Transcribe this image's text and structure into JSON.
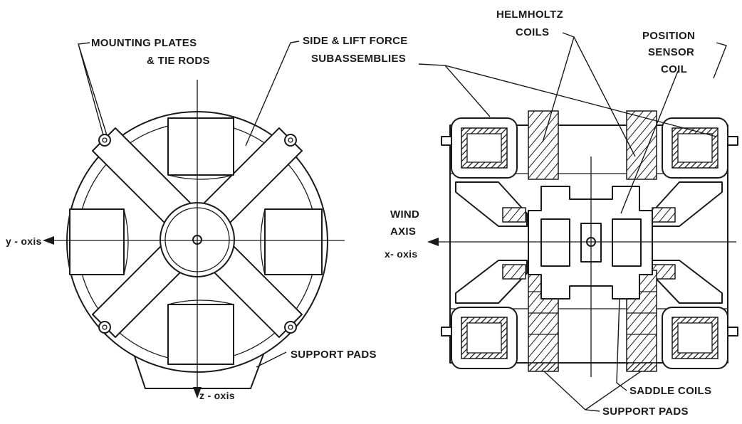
{
  "front_view": {
    "labels": {
      "mounting_plates_line1": "MOUNTING PLATES",
      "mounting_plates_line2": "& TIE RODS",
      "side_lift_line1": "SIDE & LIFT FORCE",
      "side_lift_line2": "SUBASSEMBLIES",
      "y_axis": "y - oxis",
      "z_axis": "z - oxis",
      "support_pads": "SUPPORT PADS"
    }
  },
  "side_view": {
    "labels": {
      "helmholtz_line1": "HELMHOLTZ",
      "helmholtz_line2": "COILS",
      "position_line1": "POSITION",
      "position_line2": "SENSOR",
      "position_line3": "COIL",
      "wind_line1": "WIND",
      "wind_line2": "AXIS",
      "x_axis": "x- oxis",
      "saddle_coils": "SADDLE COILS",
      "support_pads": "SUPPORT PADS"
    }
  }
}
